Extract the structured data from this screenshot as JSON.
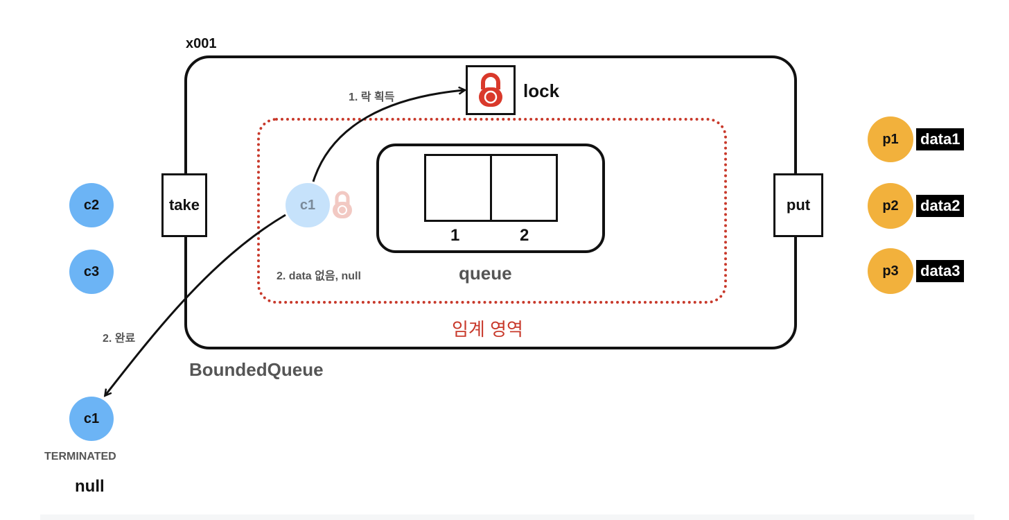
{
  "labels": {
    "address": "x001",
    "bounded_queue": "BoundedQueue",
    "lock": "lock",
    "queue": "queue",
    "critical_section": "임계 영역",
    "take": "take",
    "put": "put",
    "slot1": "1",
    "slot2": "2",
    "step_acquire": "1. 락 획득",
    "step_no_data": "2. data 없음, null",
    "step_done": "2. 완료",
    "terminated": "TERMINATED",
    "null_result": "null"
  },
  "consumers": {
    "c1_inside": "c1",
    "c2": "c2",
    "c3": "c3",
    "c1_out": "c1"
  },
  "producers": [
    {
      "name": "p1",
      "data": "data1"
    },
    {
      "name": "p2",
      "data": "data2"
    },
    {
      "name": "p3",
      "data": "data3"
    }
  ],
  "colors": {
    "consumer": "#6cb4f5",
    "consumer_faded": "#c6e2fb",
    "producer": "#f2b13c",
    "critical": "#c8392b",
    "lock": "#d9392b"
  },
  "icons": {
    "lock": "padlock-icon",
    "faded_lock": "padlock-icon"
  }
}
